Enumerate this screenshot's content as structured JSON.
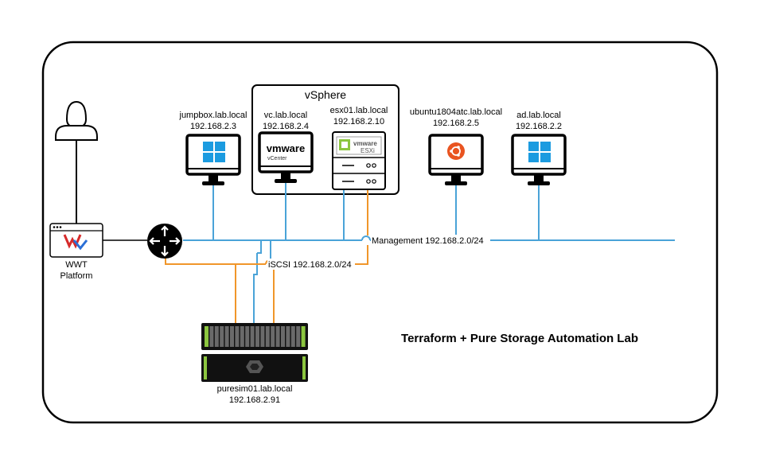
{
  "title": "Terraform + Pure Storage Automation Lab",
  "vsphere": {
    "label": "vSphere"
  },
  "platform": {
    "line1": "WWT",
    "line2": "Platform"
  },
  "hosts": {
    "jumpbox": {
      "name": "jumpbox.lab.local",
      "ip": "192.168.2.3",
      "icon": "windows-icon"
    },
    "vc": {
      "name": "vc.lab.local",
      "ip": "192.168.2.4",
      "icon": "vmware-vcenter-icon",
      "logo_text": "vmware",
      "logo_sub": "vCenter"
    },
    "esx": {
      "name": "esx01.lab.local",
      "ip": "192.168.2.10",
      "icon": "vmware-esxi-icon",
      "logo_text": "vmware",
      "logo_sub": "ESXi"
    },
    "ubuntu": {
      "name": "ubuntu1804atc.lab.local",
      "ip": "192.168.2.5",
      "icon": "ubuntu-icon"
    },
    "ad": {
      "name": "ad.lab.local",
      "ip": "192.168.2.2",
      "icon": "windows-icon"
    },
    "pure": {
      "name": "puresim01.lab.local",
      "ip": "192.168.2.91",
      "icon": "pure-storage-icon"
    }
  },
  "networks": {
    "management": {
      "label": "Management 192.168.2.0/24",
      "color": "#4aa3d8"
    },
    "iscsi": {
      "label": "iSCSI 192.168.2.0/24",
      "color": "#f0962a"
    }
  },
  "colors": {
    "windows": "#1b9be0",
    "ubuntu": "#e95420",
    "pure_green": "#8cc63f"
  }
}
